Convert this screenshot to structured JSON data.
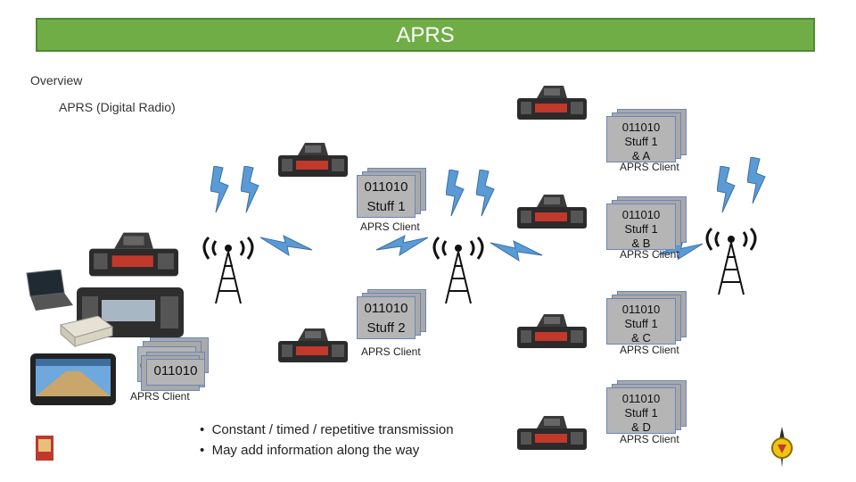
{
  "slide": {
    "title": "APRS",
    "overview": "Overview",
    "subheading": "APRS (Digital Radio)"
  },
  "packets": {
    "a": {
      "l1": "011010",
      "l2": "Stuff 1",
      "l3": "& A",
      "client": "APRS Client"
    },
    "mid1": {
      "l1": "011010",
      "l2": "Stuff 1",
      "client": "APRS Client"
    },
    "b": {
      "l1": "011010",
      "l2": "Stuff 1",
      "l3": "& B",
      "client": "APRS Client"
    },
    "mid2": {
      "l1": "011010",
      "l2": "Stuff 2",
      "client": "APRS Client"
    },
    "c": {
      "l1": "011010",
      "l2": "Stuff 1",
      "l3": "& C",
      "client": "APRS Client"
    },
    "left": {
      "back": "0",
      "l1": "011010",
      "client": "APRS Client"
    },
    "d": {
      "l1": "011010",
      "l2": "Stuff 1",
      "l3": "& D",
      "client": "APRS Client"
    }
  },
  "bullets": [
    "Constant / timed / repetitive transmission",
    "May add information along the way"
  ],
  "icons": [
    "radio-icon",
    "tower-icon",
    "lightning-icon",
    "laptop-icon",
    "gps-icon",
    "tnc-icon",
    "logo-icon"
  ],
  "colors": {
    "title_bg": "#70ad47",
    "bolt": "#5b9bd5",
    "card": "#b5b5b5",
    "card_border": "#6b86b7"
  }
}
